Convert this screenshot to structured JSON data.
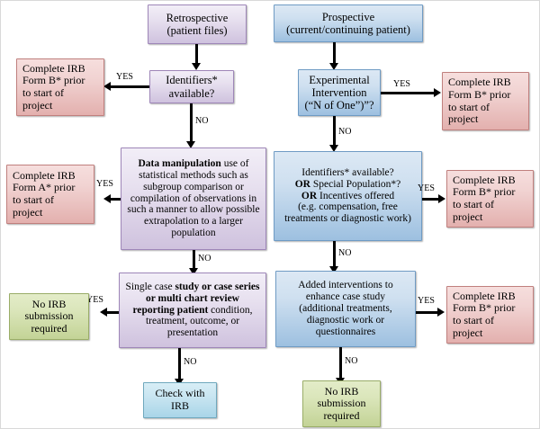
{
  "diagram": {
    "title": "IRB submission decision flowchart",
    "colors": {
      "purple_fill": "#e7e0ef",
      "purple_border": "#9e86b8",
      "blue_fill": "#cfe0f0",
      "blue_border": "#6f9bc4",
      "cyan_fill": "#c8e5f1",
      "cyan_border": "#6fa8bd",
      "pink_fill": "#f1d3d2",
      "pink_border": "#c0807e",
      "green_fill": "#dbe6bb",
      "green_border": "#9aad68",
      "connector": "#000000"
    },
    "edge_labels": {
      "yes": "YES",
      "no": "NO"
    },
    "nodes": {
      "retrospective": "Retrospective\n(patient files)",
      "retrospective_l1": "Retrospective",
      "retrospective_l2": "(patient files)",
      "prospective_l1": "Prospective",
      "prospective_l2": "(current/continuing patient)",
      "identifiers_l1": "Identifiers*",
      "identifiers_l2": "available?",
      "irb_b_top_left_l1": "Complete IRB",
      "irb_b_top_left_l2": "Form B* prior",
      "irb_b_top_left_l3": "to start of",
      "irb_b_top_left_l4": "project",
      "experimental_l1": "Experimental",
      "experimental_l2": "Intervention",
      "experimental_l3": "(“N of One”)”?",
      "irb_b_top_right_l1": "Complete IRB",
      "irb_b_top_right_l2": "Form B* prior",
      "irb_b_top_right_l3": "to start of",
      "irb_b_top_right_l4": "project",
      "data_manipulation_bold": "Data manipulation",
      "data_manipulation_rest": " use of statistical methods such as subgroup comparison or compilation of observations in such a manner to allow possible extrapolation to a larger population",
      "irb_a_l1": "Complete IRB",
      "irb_a_l2": "Form A* prior",
      "irb_a_l3": "to start of",
      "irb_a_l4": "project",
      "identifiers_special_p1": "Identifiers* available?",
      "identifiers_special_or1": "OR",
      "identifiers_special_p2": " Special Population*?",
      "identifiers_special_or2": "OR",
      "identifiers_special_p3": " Incentives offered",
      "identifiers_special_p4": "(e.g. compensation, free treatments or diagnostic work)",
      "irb_b_mid_right_l1": "Complete IRB",
      "irb_b_mid_right_l2": "Form B* prior",
      "irb_b_mid_right_l3": "to start of",
      "irb_b_mid_right_l4": "project",
      "single_case_p1": "Single case ",
      "single_case_b1": "study or case series or multi chart review reporting patient",
      "single_case_p2": " condition, treatment, outcome, or presentation",
      "no_irb_left_l1": "No IRB",
      "no_irb_left_l2": "submission",
      "no_irb_left_l3": "required",
      "added_interventions_l1": "Added interventions to",
      "added_interventions_l2": "enhance case study",
      "added_interventions_l3": "(additional treatments,",
      "added_interventions_l4": "diagnostic work or",
      "added_interventions_l5": "questionnaires",
      "irb_b_bottom_right_l1": "Complete IRB",
      "irb_b_bottom_right_l2": "Form B* prior",
      "irb_b_bottom_right_l3": "to start of",
      "irb_b_bottom_right_l4": "project",
      "check_with_irb_l1": "Check with",
      "check_with_irb_l2": "IRB",
      "no_irb_bottom_l1": "No IRB",
      "no_irb_bottom_l2": "submission",
      "no_irb_bottom_l3": "required"
    }
  }
}
